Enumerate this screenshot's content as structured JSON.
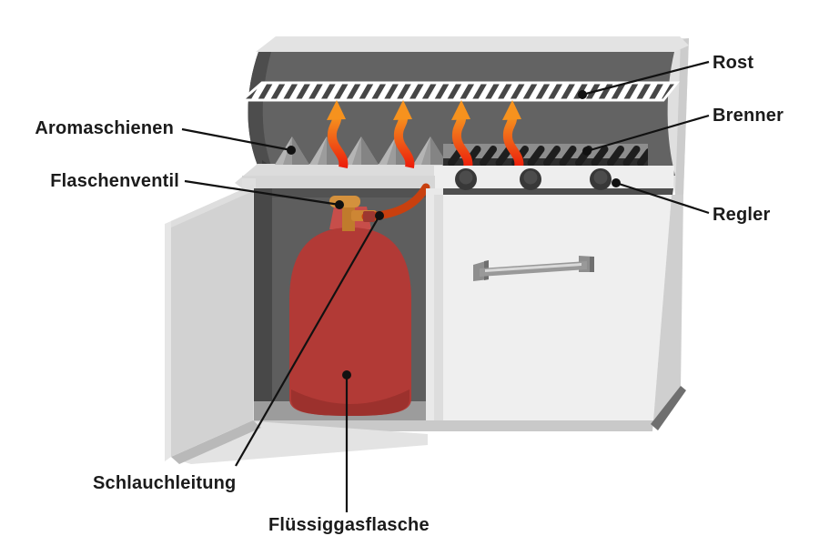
{
  "diagram": {
    "type": "labeled-illustration",
    "subject_parts": [
      "Rost",
      "Brenner",
      "Regler",
      "Aromaschienen",
      "Flaschenventil",
      "Schlauchleitung",
      "Flüssiggasflasche"
    ],
    "labels": [
      {
        "id": "rost",
        "text": "Rost"
      },
      {
        "id": "brenner",
        "text": "Brenner"
      },
      {
        "id": "regler",
        "text": "Regler"
      },
      {
        "id": "aromaschienen",
        "text": "Aromaschienen"
      },
      {
        "id": "flaschenventil",
        "text": "Flaschenventil"
      },
      {
        "id": "schlauchleitung",
        "text": "Schlauchleitung"
      },
      {
        "id": "fluessiggasflasche",
        "text": "Flüssiggasflasche"
      }
    ],
    "colors": {
      "background": "#ffffff",
      "hood_interior": "#636363",
      "hood_side_dark": "#4d4d4d",
      "grill_body_light": "#efefef",
      "grate_stripe": "#464646",
      "flame_orange": "#f6921e",
      "flame_red": "#ed1c0a",
      "bottle_red": "#b23a36",
      "bottle_collar_red": "#c74e4a",
      "valve_brass": "#d4913d",
      "hose_orange": "#c8400f",
      "label_text": "#1b1b1b"
    }
  }
}
